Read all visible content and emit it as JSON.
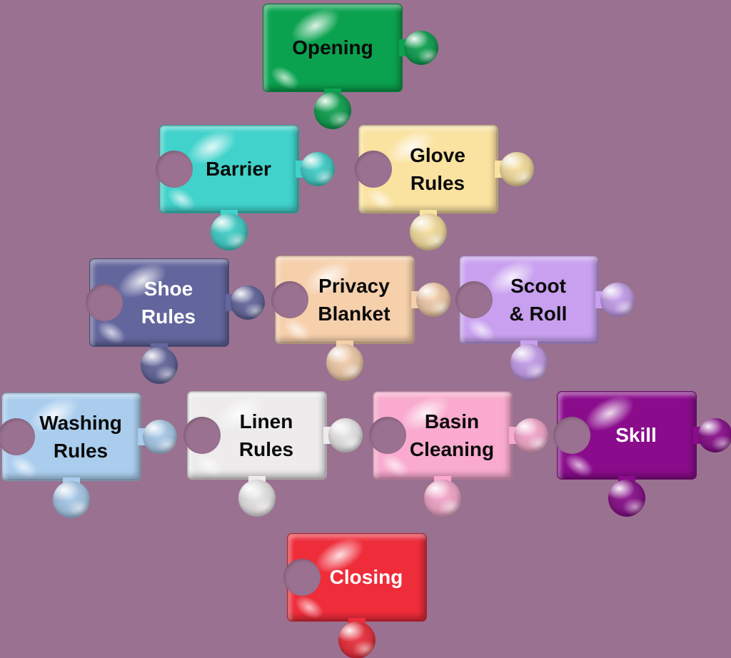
{
  "background_color": "#9a7190",
  "diagram_type": "jigsaw-puzzle-process-diagram",
  "pieces": [
    {
      "id": "opening",
      "label": "Opening",
      "lines": [
        "Opening"
      ],
      "color": "#0ba24f",
      "text_color": "#0a0a0a"
    },
    {
      "id": "barrier",
      "label": "Barrier",
      "lines": [
        "Barrier"
      ],
      "color": "#41d2cb",
      "text_color": "#0a0a0a"
    },
    {
      "id": "glove-rules",
      "label": "Glove Rules",
      "lines": [
        "Glove",
        "Rules"
      ],
      "color": "#fae2a0",
      "text_color": "#0a0a0a"
    },
    {
      "id": "shoe-rules",
      "label": "Shoe Rules",
      "lines": [
        "Shoe",
        "Rules"
      ],
      "color": "#63669d",
      "text_color": "#ffffff"
    },
    {
      "id": "privacy-blanket",
      "label": "Privacy Blanket",
      "lines": [
        "Privacy",
        "Blanket"
      ],
      "color": "#f6cfab",
      "text_color": "#0a0a0a"
    },
    {
      "id": "scoot-and-roll",
      "label": "Scoot & Roll",
      "lines": [
        "Scoot",
        "& Roll"
      ],
      "color": "#c8a0ef",
      "text_color": "#0a0a0a"
    },
    {
      "id": "washing-rules",
      "label": "Washing Rules",
      "lines": [
        "Washing",
        "Rules"
      ],
      "color": "#aacded",
      "text_color": "#0a0a0a"
    },
    {
      "id": "linen-rules",
      "label": "Linen Rules",
      "lines": [
        "Linen",
        "Rules"
      ],
      "color": "#edebec",
      "text_color": "#0a0a0a"
    },
    {
      "id": "basin-cleaning",
      "label": "Basin Cleaning",
      "lines": [
        "Basin",
        "Cleaning"
      ],
      "color": "#f9aace",
      "text_color": "#0a0a0a"
    },
    {
      "id": "skill",
      "label": "Skill",
      "lines": [
        "Skill"
      ],
      "color": "#8a0c8c",
      "text_color": "#ffffff"
    },
    {
      "id": "closing",
      "label": "Closing",
      "lines": [
        "Closing"
      ],
      "color": "#ee2c3a",
      "text_color": "#ffffff"
    }
  ]
}
